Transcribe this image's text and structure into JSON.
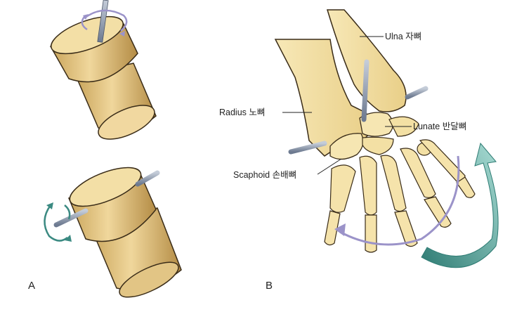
{
  "figure": {
    "panel_a_letter": "A",
    "panel_b_letter": "B",
    "labels": {
      "ulna": "Ulna 자뼈",
      "radius": "Radius 노뼈",
      "lunate": "Lunate 반달뼈",
      "scaphoid": "Scaphoid 손배뼈"
    }
  },
  "colors": {
    "bone": "#f3dfa2",
    "bone_shadow": "#d8b96c",
    "cylinder": "#e8cc8a",
    "cylinder_dark": "#c9a45a",
    "pin": "#8f9bb0",
    "rotation_arrow": "#9b93c9",
    "motion_arrow": "#3b8a82",
    "outline": "#3a2c18"
  },
  "icons": [
    "rotation-arrow-icon",
    "curved-motion-arrow-icon",
    "pin-axis-icon"
  ]
}
